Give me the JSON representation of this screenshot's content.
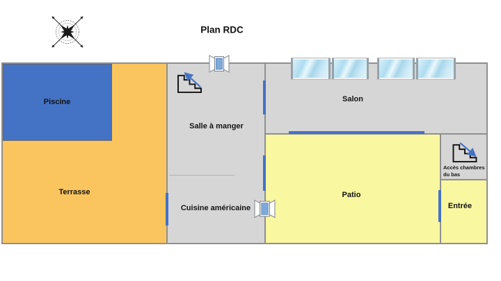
{
  "title": "Plan RDC",
  "rooms": {
    "piscine": {
      "label": "Piscine",
      "color": "#4472C4"
    },
    "terrasse": {
      "label": "Terrasse",
      "color": "#FAC55E"
    },
    "salle_a_manger": {
      "label": "Salle à manger",
      "color": "#D6D6D6"
    },
    "cuisine": {
      "label": "Cuisine américaine",
      "color": "#D6D6D6"
    },
    "salon": {
      "label": "Salon",
      "color": "#D6D6D6"
    },
    "patio": {
      "label": "Patio",
      "color": "#F9F7A0"
    },
    "acces_chambres": {
      "label": "Accès chambres du bas",
      "color": "#D6D6D6"
    },
    "entree": {
      "label": "Entrée",
      "color": "#F9F7A0"
    }
  },
  "colors": {
    "wall": "#8F8F8F",
    "door_marker": "#4472C4",
    "window_glass": "#7FA9DA",
    "salon_window_glass": "#BFE3F2",
    "background": "#FFFFFF"
  },
  "icons": {
    "compass": "compass-rose",
    "stairs_dining": "stairs-up-arrow-up-left",
    "stairs_acces": "stairs-down-arrow-down-right",
    "casement_windows": 2,
    "salon_windows": 4,
    "door_markers": 4,
    "sliding_door": 1
  }
}
